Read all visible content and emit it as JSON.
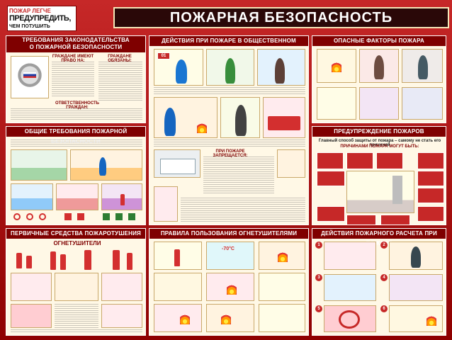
{
  "poster": {
    "title": "ПОЖАРНАЯ БЕЗОПАСНОСТЬ",
    "logo_line1": "ПОЖАР ЛЕГЧЕ",
    "logo_line2": "ПРЕДУПРЕДИТЬ,",
    "logo_line3": "ЧЕМ ПОТУШИТЬ"
  },
  "sections": {
    "laws": {
      "title_line1": "ТРЕБОВАНИЯ ЗАКОНОДАТЕЛЬСТВА",
      "title_line2": "О ПОЖАРНОЙ БЕЗОПАСНОСТИ",
      "rights": "ГРАЖДАНЕ ИМЕЮТ ПРАВО НА:",
      "duties": "ГРАЖДАНЕ ОБЯЗАНЫ:",
      "responsibility": "ОТВЕТСТВЕННОСТЬ ГРАЖДАН:"
    },
    "public_building": {
      "title": "ДЕЙСТВИЯ ПРИ ПОЖАРЕ В ОБЩЕСТВЕННОМ ЗДАНИИ",
      "step": "01",
      "forbidden": "ПРИ ПОЖАРЕ ЗАПРЕЩАЕТСЯ:"
    },
    "hazards": {
      "title": "ОПАСНЫЕ ФАКТОРЫ ПОЖАРА"
    },
    "general": {
      "title": "ОБЩИЕ ТРЕБОВАНИЯ ПОЖАРНОЙ БЕЗОПАСНОСТИ"
    },
    "prevention": {
      "title": "ПРЕДУПРЕЖДЕНИЕ ПОЖАРОВ",
      "subtitle_line1": "Главный способ защиты от пожара – самому не стать его причиной",
      "subtitle_line2": "ПРИЧИНАМИ ПОЖАРА МОГУТ БЫТЬ:"
    },
    "primary_means": {
      "title": "ПЕРВИЧНЫЕ СРЕДСТВА ПОЖАРОТУШЕНИЯ",
      "subtitle": "ОГНЕТУШИТЕЛИ"
    },
    "extinguisher_rules": {
      "title": "ПРАВИЛА ПОЛЬЗОВАНИЯ ОГНЕТУШИТЕЛЯМИ",
      "temp": "-70°С"
    },
    "crew_actions": {
      "title": "ДЕЙСТВИЯ ПОЖАРНОГО РАСЧЕТА ПРИ ПОЖАРЕ",
      "steps": [
        "1",
        "2",
        "3",
        "4",
        "5",
        "6"
      ]
    }
  },
  "colors": {
    "brand_red": "#c62828",
    "header_dark": "#7f0000",
    "panel_bg": "#fff8e6"
  }
}
